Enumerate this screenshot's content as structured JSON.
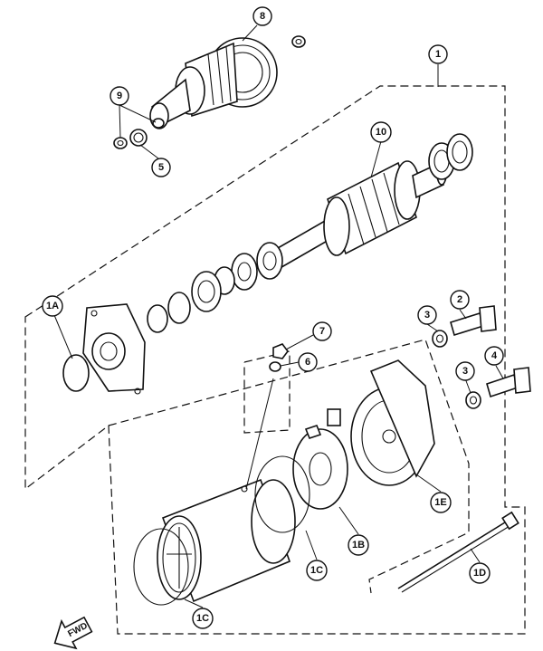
{
  "callouts": [
    {
      "id": "c-8",
      "text": "8"
    },
    {
      "id": "c-1",
      "text": "1"
    },
    {
      "id": "c-9",
      "text": "9"
    },
    {
      "id": "c-5",
      "text": "5"
    },
    {
      "id": "c-10",
      "text": "10"
    },
    {
      "id": "c-1A",
      "text": "1A"
    },
    {
      "id": "c-2",
      "text": "2"
    },
    {
      "id": "c-3a",
      "text": "3"
    },
    {
      "id": "c-7",
      "text": "7"
    },
    {
      "id": "c-6",
      "text": "6"
    },
    {
      "id": "c-4",
      "text": "4"
    },
    {
      "id": "c-3b",
      "text": "3"
    },
    {
      "id": "c-1E",
      "text": "1E"
    },
    {
      "id": "c-1B",
      "text": "1B"
    },
    {
      "id": "c-1Ca",
      "text": "1C"
    },
    {
      "id": "c-1D",
      "text": "1D"
    },
    {
      "id": "c-1Cb",
      "text": "1C"
    }
  ],
  "direction_arrow": {
    "text": "FWD"
  }
}
